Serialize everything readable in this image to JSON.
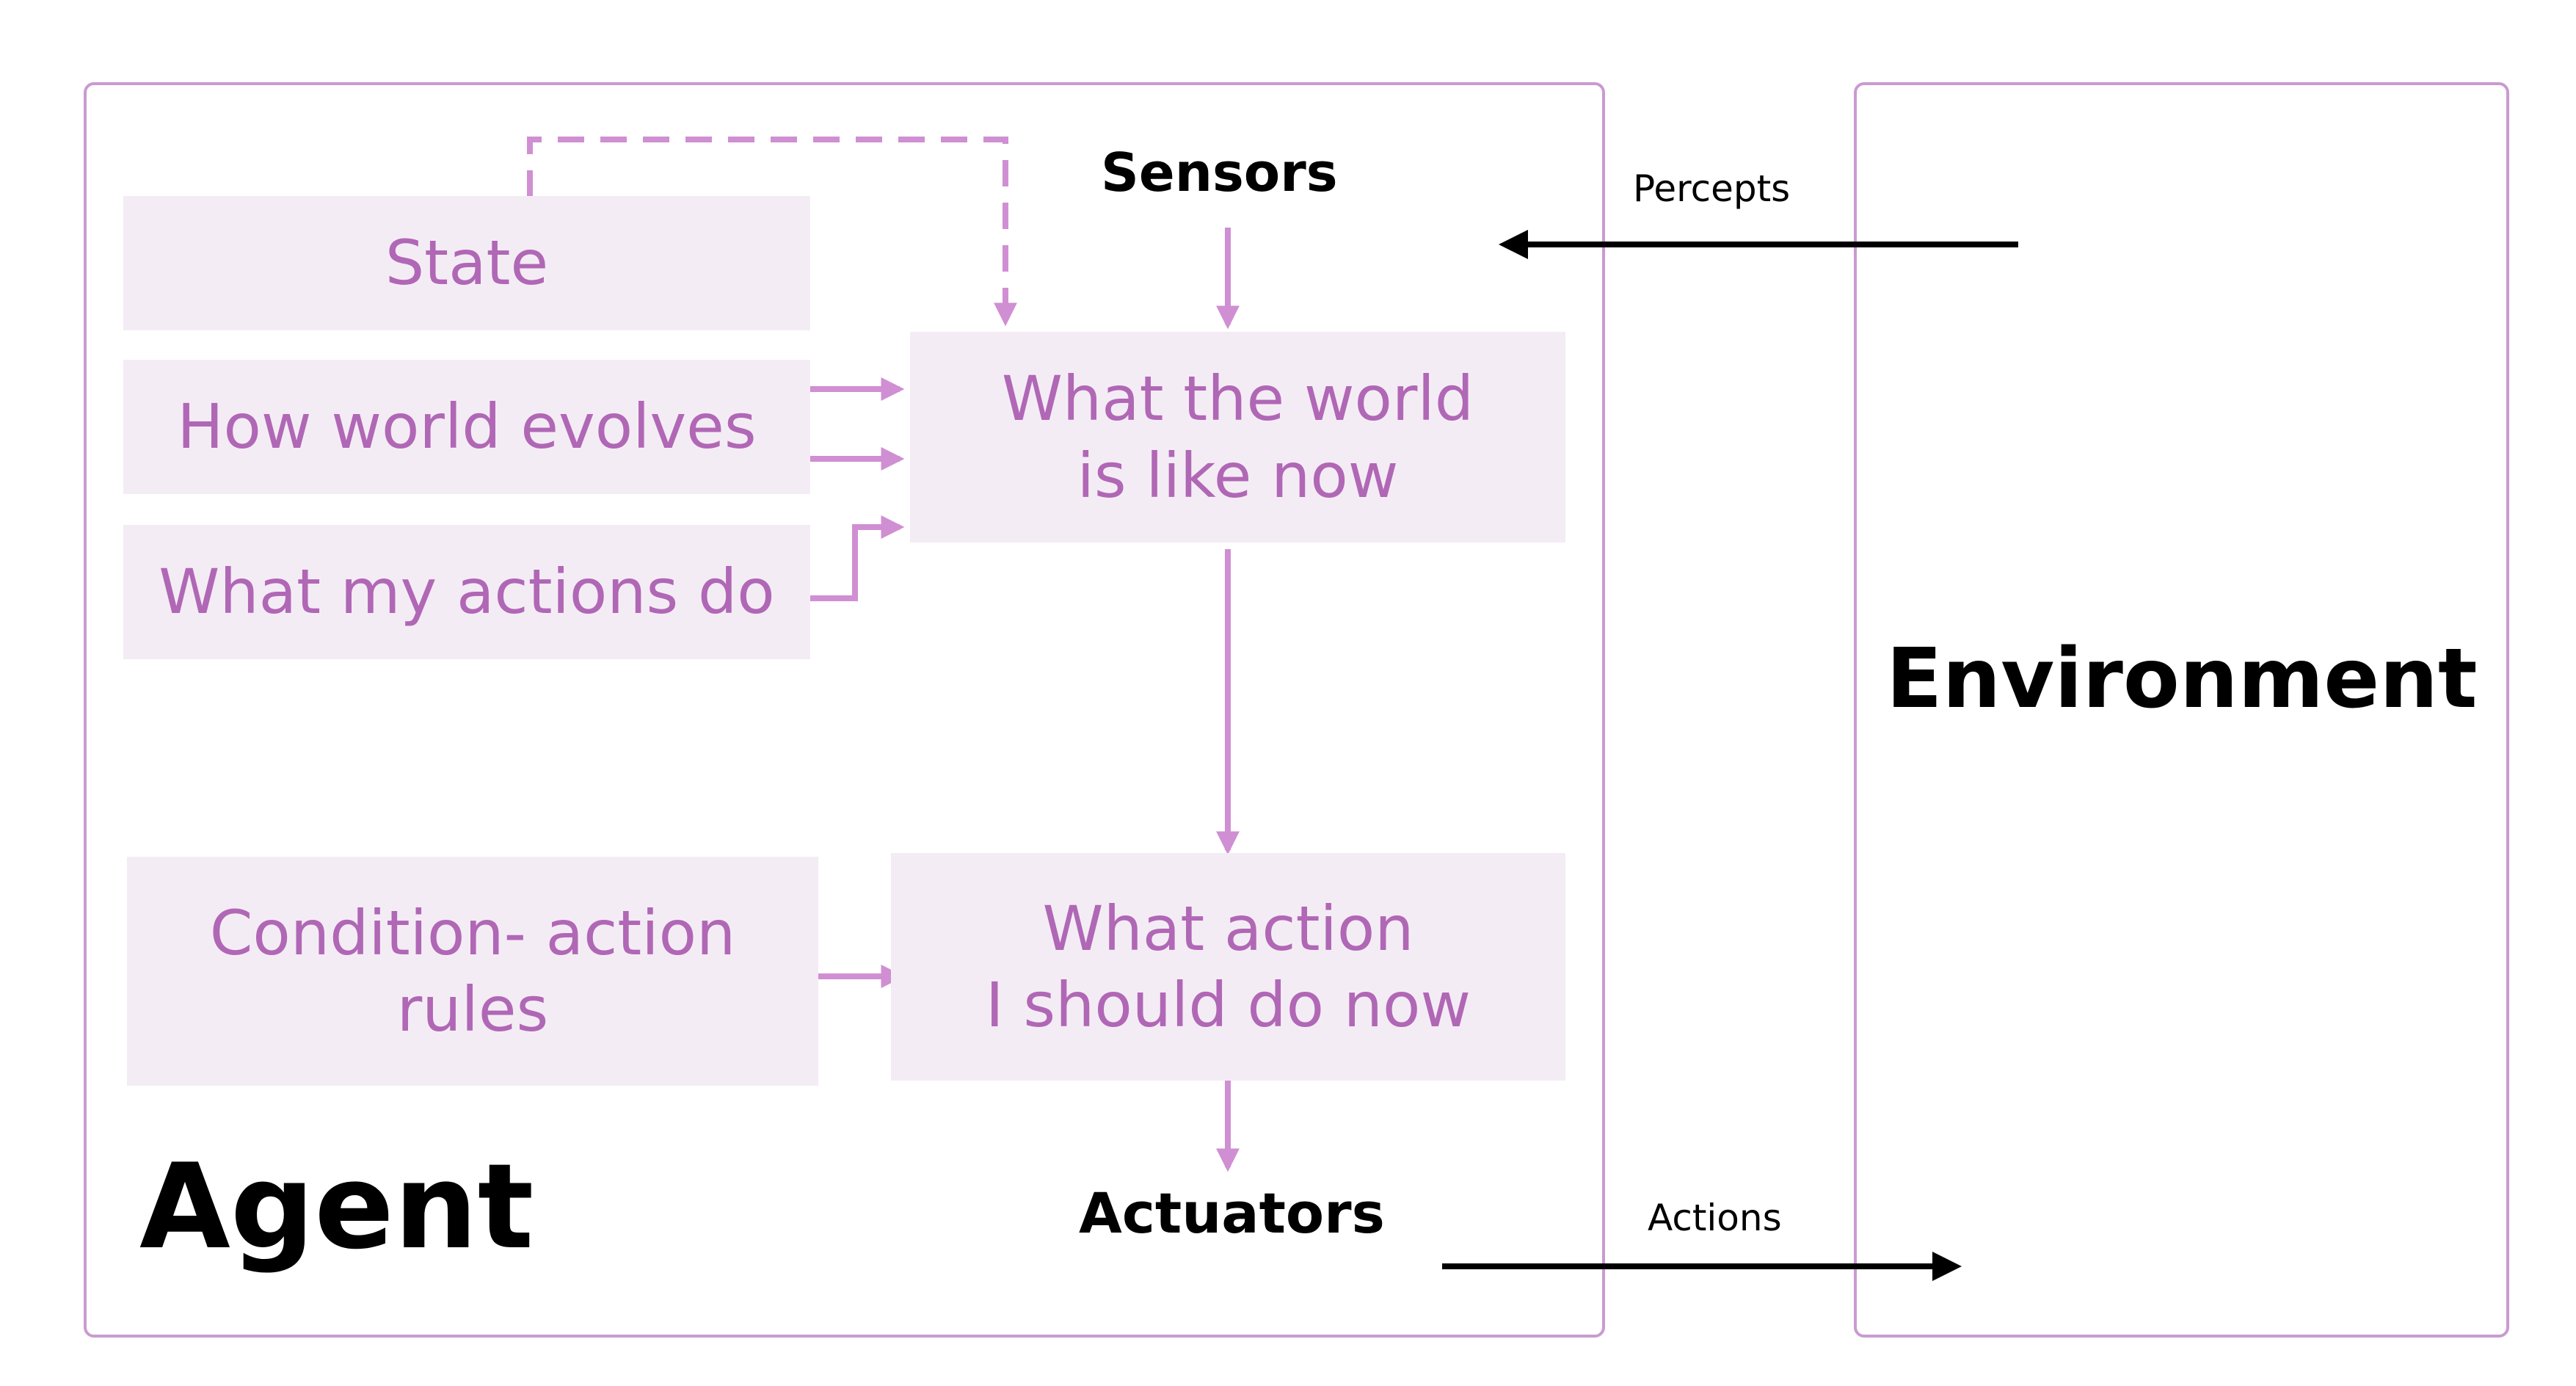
{
  "agent": {
    "label": "Agent",
    "sensors": "Sensors",
    "actuators": "Actuators",
    "boxes": {
      "state": "State",
      "how_world_evolves": "How world evolves",
      "what_my_actions_do": "What my actions do",
      "what_world_like_now": [
        "What the world",
        "is like now"
      ],
      "condition_action_rules": [
        "Condition- action",
        "rules"
      ],
      "what_action_now": [
        "What action",
        "I should do now"
      ]
    }
  },
  "environment": {
    "label": "Environment"
  },
  "flows": {
    "percepts": "Percepts",
    "actions": "Actions"
  },
  "colors": {
    "accent": "#b067b5",
    "box_fill": "#f4ecf5",
    "border": "#c99bd0",
    "arrow": "#d08fd2",
    "text": "#000000"
  }
}
